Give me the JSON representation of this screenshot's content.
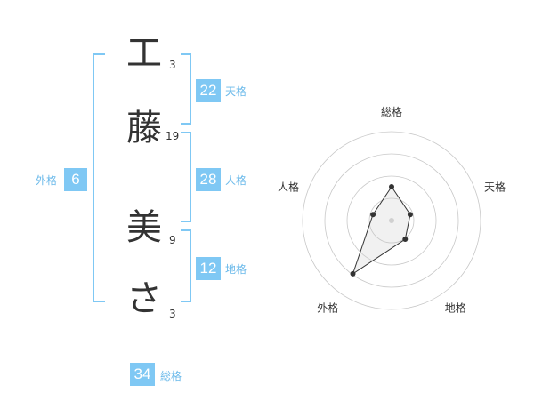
{
  "name_chars": [
    {
      "char": "工",
      "strokes": "3"
    },
    {
      "char": "藤",
      "strokes": "19"
    },
    {
      "char": "美",
      "strokes": "9"
    },
    {
      "char": "さ",
      "strokes": "3"
    }
  ],
  "fortune": {
    "tenkaku": {
      "value": "22",
      "label": "天格"
    },
    "jinkaku": {
      "value": "28",
      "label": "人格"
    },
    "chikaku": {
      "value": "12",
      "label": "地格"
    },
    "gaikaku": {
      "value": "6",
      "label": "外格"
    },
    "soukaku": {
      "value": "34",
      "label": "総格"
    }
  },
  "colors": {
    "accent": "#7fc8f4",
    "accent_text": "#6ab9ea",
    "text": "#333333"
  },
  "chart_data": {
    "type": "radar",
    "axes": [
      "総格",
      "天格",
      "地格",
      "外格",
      "人格"
    ],
    "values": [
      0.38,
      0.22,
      0.26,
      0.74,
      0.22
    ],
    "rings": 4,
    "grid": true
  }
}
